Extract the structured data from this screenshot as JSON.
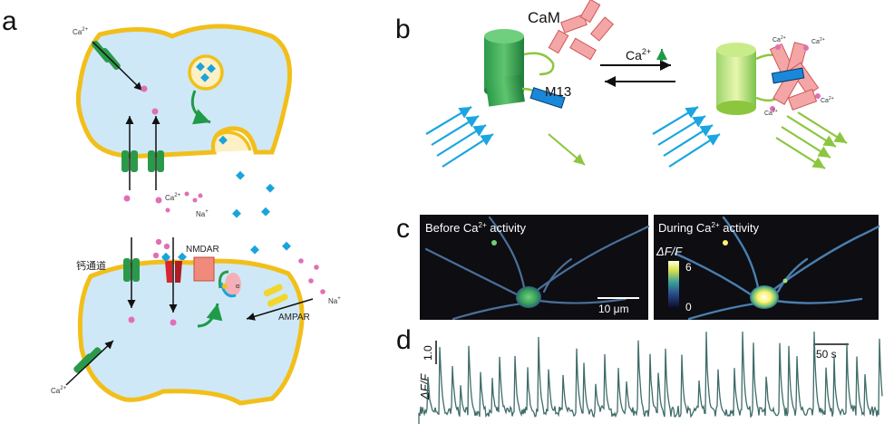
{
  "panel_labels": {
    "a": "a",
    "b": "b",
    "c": "c",
    "d": "d"
  },
  "panel_a": {
    "ca_top": "Ca",
    "ca_mid": "Ca",
    "ca_bottom": "Ca",
    "ion_superscript": "2+",
    "na_cleft": "Na",
    "na_right": "Na",
    "na_superscript": "+",
    "calcium_channel": "钙通道",
    "nmdar": "NMDAR",
    "ampar": "AMPAR",
    "alpha": "α"
  },
  "panel_b": {
    "cam": "CaM",
    "m13": "M13",
    "ca_arrow": "Ca",
    "ca_arrow_sup": "2+",
    "bound_ion": "Ca",
    "bound_ion_sup": "2+"
  },
  "panel_c": {
    "left_title": "Before Ca",
    "left_title_tail": " activity",
    "right_title": "During Ca",
    "right_title_tail": " activity",
    "sup": "2+",
    "scale_bar": "10 μm",
    "colorbar_label": "ΔF/F",
    "colorbar_max": "6",
    "colorbar_min": "0",
    "colors": {
      "background": "#0d0d12",
      "neuron": "#4a6f9a",
      "hot": "#fff36a"
    }
  },
  "panel_d": {
    "ylabel": "ΔF/F",
    "yscale": "1.0",
    "time_scale": "50 s",
    "trace_color": "#3f6c68"
  },
  "colors": {
    "terminal_fill": "#cfe8f7",
    "membrane": "#f2bf1a",
    "channel_green": "#2a9a4a",
    "nmdar_red": "#d8262e",
    "ion_pink": "#e06fb5",
    "transmitter_blue": "#1aa3dc",
    "cam_pink": "#f4a6a6",
    "gfp_green": "#3fb35a",
    "excitation_blue": "#1aa6e0",
    "emission_green": "#8cc63f"
  }
}
